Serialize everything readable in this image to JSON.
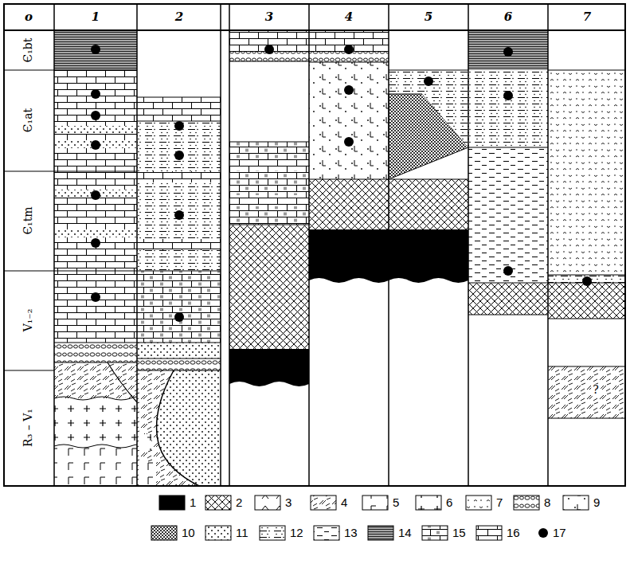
{
  "diagram": {
    "labels": [
      "о",
      "1",
      "2",
      "3",
      "4",
      "5",
      "6",
      "7",
      "Є₁bt",
      "Є₁at",
      "Є₁tm",
      "V₁₋₂",
      "R₃ – V₁",
      "?"
    ],
    "legend": [
      {
        "text": "1",
        "color": "#000000"
      },
      {
        "text": "2"
      },
      {
        "text": "3"
      },
      {
        "text": "4"
      },
      {
        "text": "5"
      },
      {
        "text": "6"
      },
      {
        "text": "7"
      },
      {
        "text": "8"
      },
      {
        "text": "9"
      },
      {
        "text": "10"
      },
      {
        "text": "11"
      },
      {
        "text": "12"
      },
      {
        "text": "13"
      },
      {
        "text": "14"
      },
      {
        "text": "15"
      },
      {
        "text": "16"
      },
      {
        "text": "17"
      }
    ]
  }
}
